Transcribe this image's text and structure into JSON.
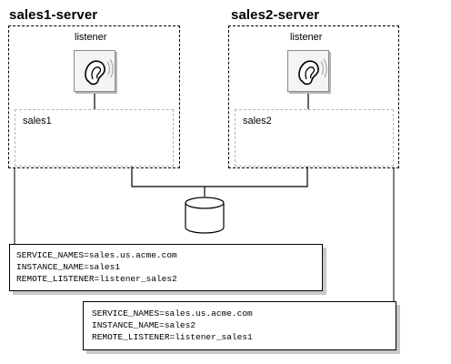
{
  "servers": [
    {
      "name": "sales1-server",
      "listener_label": "listener",
      "instance_label": "sales1"
    },
    {
      "name": "sales2-server",
      "listener_label": "listener",
      "instance_label": "sales2"
    }
  ],
  "parameter_files": [
    {
      "lines": [
        "SERVICE_NAMES=sales.us.acme.com",
        "INSTANCE_NAME=sales1",
        "REMOTE_LISTENER=listener_sales2"
      ]
    },
    {
      "lines": [
        "SERVICE_NAMES=sales.us.acme.com",
        "INSTANCE_NAME=sales2",
        "REMOTE_LISTENER=listener_sales1"
      ]
    }
  ],
  "icons": {
    "listener": "ear-icon",
    "storage": "database-cylinder-icon"
  }
}
